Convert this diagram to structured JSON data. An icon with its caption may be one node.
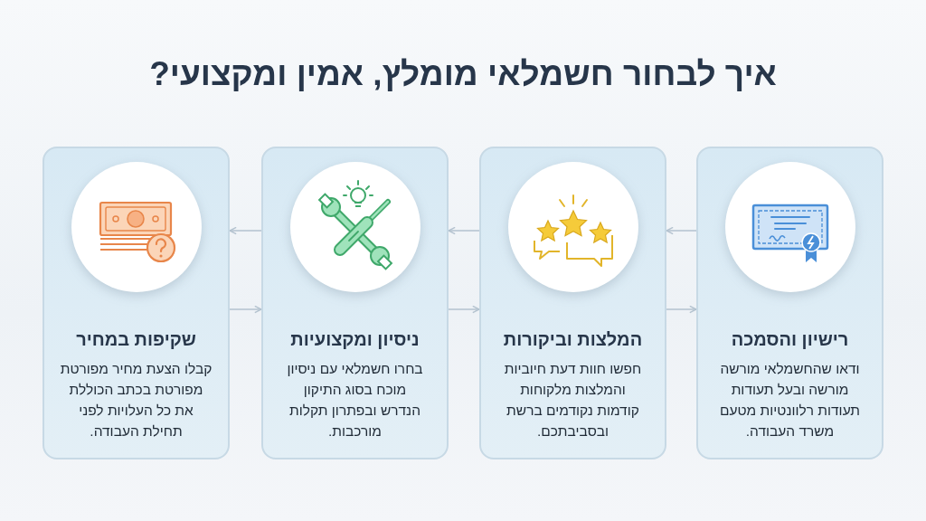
{
  "diagram": {
    "title": "איך לבחור חשמלאי מומלץ, אמין ומקצועי?",
    "nodes": [
      {
        "text": [
          "רישיון והסמכה",
          "ודאו שהחשמלאי מורשה מורשה ובעל תעודות תעודות רלוונטיות מטעם משרד העבודה."
        ]
      },
      {
        "text": [
          "המלצות וביקורות",
          "חפשו חוות דעת חיוביות והמלצות מלקוחות קודמות נקודמים ברשת ובסביבתכם."
        ]
      },
      {
        "text": [
          "ניסיון ומקצועיות",
          "בחרו חשמלאי עם ניסיון מוכח בסוג התיקון הנדרש ובפתרון תקלות מורכבות."
        ]
      },
      {
        "text": [
          "שקיפות במחיר",
          "קבלו הצעת מחיר מפורטת מפורטת בכתב הכוללת את כל העלויות לפני תחילת העבודה."
        ]
      }
    ],
    "edges": [
      {
        "from": 0,
        "to": 1,
        "arrow": "to"
      },
      {
        "from": 1,
        "to": 2,
        "arrow": "to"
      },
      {
        "from": 2,
        "to": 3,
        "arrow": "to"
      },
      {
        "from": 3,
        "to": 2,
        "arrow": "to"
      },
      {
        "from": 2,
        "to": 1,
        "arrow": "to"
      },
      {
        "from": 1,
        "to": 0,
        "arrow": "to"
      }
    ]
  }
}
